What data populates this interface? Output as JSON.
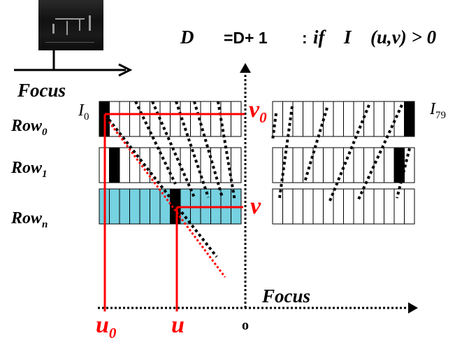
{
  "equation": {
    "D1": "D",
    "rest": "=D+ 1",
    "colon": ":",
    "if": "if",
    "I": "I",
    "args": "(u,v) > 0"
  },
  "focus_top": "Focus",
  "focus_bottom": "Focus",
  "rows": {
    "row0_base": "Row",
    "row0_sub": "0",
    "row1_base": "Row",
    "row1_sub": "1",
    "rown_base": "Row",
    "rown_sub": "n"
  },
  "image_labels": {
    "first_base": "I",
    "first_sub": "0",
    "last_base": "I",
    "last_sub": "79"
  },
  "points": {
    "v0_base": "v",
    "v0_sub": "0",
    "v": "v",
    "u0_base": "u",
    "u0_sub": "0",
    "u": "u",
    "origin": "o"
  },
  "colors": {
    "highlight_cells": "#76d1e0",
    "red": "#ff0000",
    "black": "#000000"
  }
}
